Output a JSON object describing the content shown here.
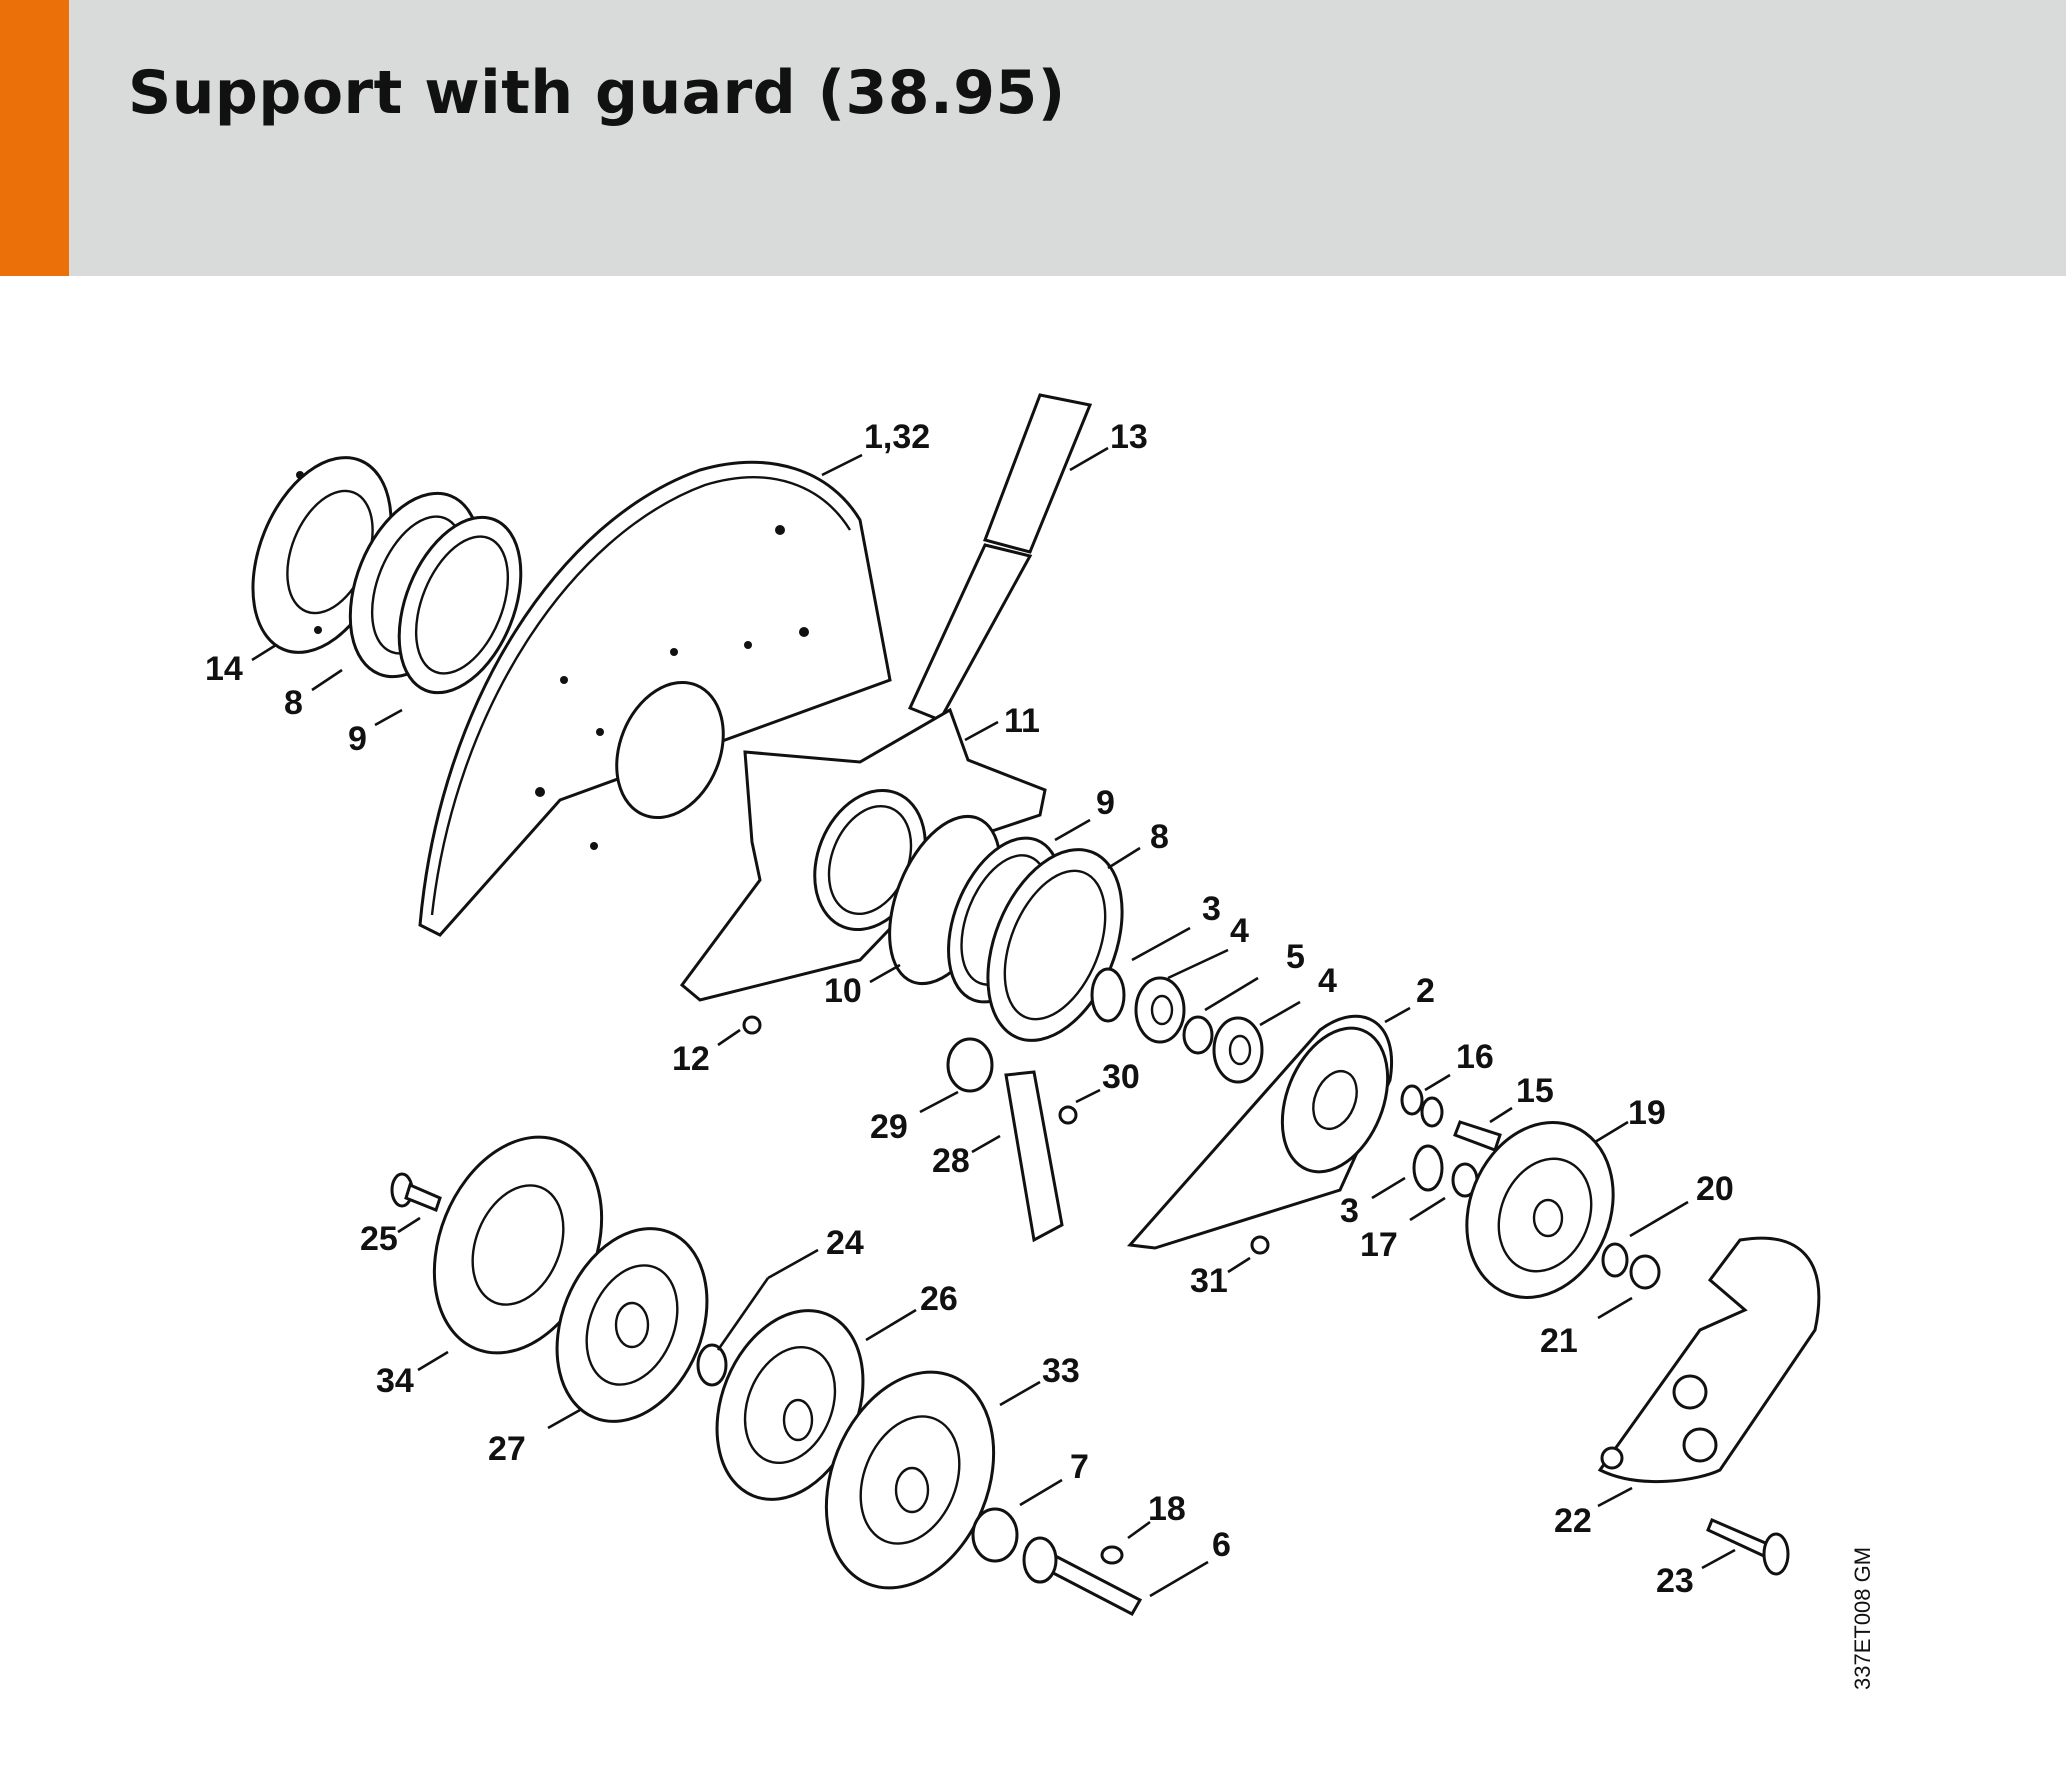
{
  "header": {
    "title": "Support with guard (38.95)",
    "accent_color": "#ec7009",
    "background_color": "#d9dada"
  },
  "diagram": {
    "drawing_code": "337ET008 GM",
    "callouts": [
      "1,32",
      "13",
      "14",
      "8",
      "9",
      "11",
      "9",
      "8",
      "10",
      "3",
      "4",
      "5",
      "4",
      "2",
      "12",
      "16",
      "15",
      "30",
      "29",
      "28",
      "19",
      "3",
      "17",
      "20",
      "31",
      "25",
      "24",
      "26",
      "34",
      "21",
      "33",
      "27",
      "22",
      "7",
      "18",
      "6",
      "23"
    ]
  }
}
